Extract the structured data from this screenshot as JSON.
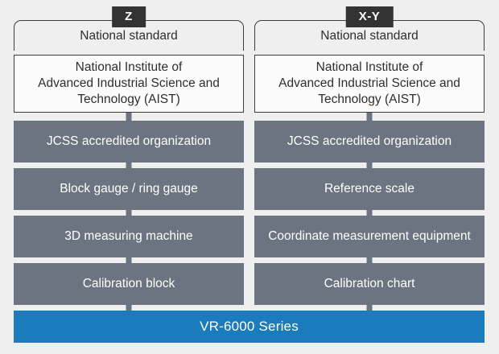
{
  "colors": {
    "background": "#efefef",
    "badge": "#333333",
    "step_gray": "#6b7480",
    "product_blue": "#1a7bbd",
    "box_border": "#3c3c3c",
    "box_fill": "#fbfbfb",
    "text_light": "#ffffff",
    "text_dark": "#2e2e2e"
  },
  "columns": [
    {
      "badge": "Z",
      "standard": "National standard",
      "institute": "National Institute of Advanced Industrial Science and Technology (AIST)",
      "institute_lines": [
        "National Institute of",
        "Advanced Industrial Science and",
        "Technology (AIST)"
      ],
      "steps": [
        "JCSS accredited organization",
        "Block gauge / ring gauge",
        "3D measuring machine",
        "Calibration block"
      ]
    },
    {
      "badge": "X-Y",
      "standard": "National standard",
      "institute": "National Institute of Advanced Industrial Science and Technology (AIST)",
      "institute_lines": [
        "National Institute of",
        "Advanced Industrial Science and",
        "Technology (AIST)"
      ],
      "steps": [
        "JCSS accredited organization",
        "Reference scale",
        "Coordinate measurement equipment",
        "Calibration chart"
      ]
    }
  ],
  "product": {
    "label": "VR-6000 Series"
  }
}
